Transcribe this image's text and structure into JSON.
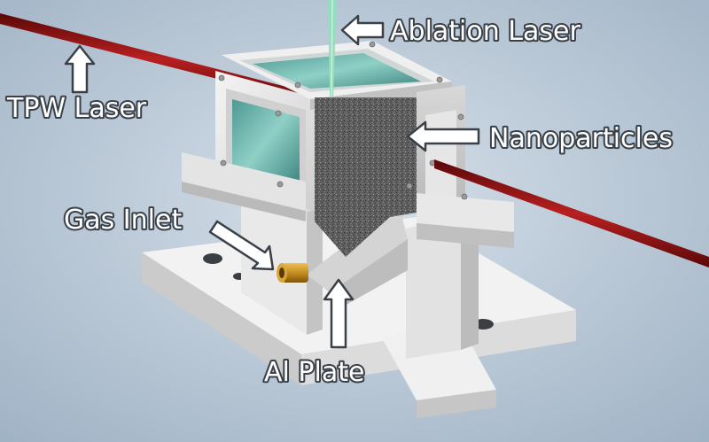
{
  "labels": {
    "ablation_laser": "Ablation Laser",
    "tpw_laser": "TPW Laser",
    "nanoparticles": "Nanoparticles",
    "gas_inlet": "Gas Inlet",
    "al_plate": "Al Plate"
  },
  "colors": {
    "background": "#b9c8d6",
    "housing": "#e6e6e6",
    "tpw_beam": "#8a1010",
    "ablation_beam": "#7ad8b0",
    "window_glass": "#6fb3ad",
    "nanoparticle_fill": "#5e5e5e",
    "gas_inlet_fitting": "#c8941e",
    "label_text": "#ffffff",
    "label_outline": "#3a4048"
  }
}
